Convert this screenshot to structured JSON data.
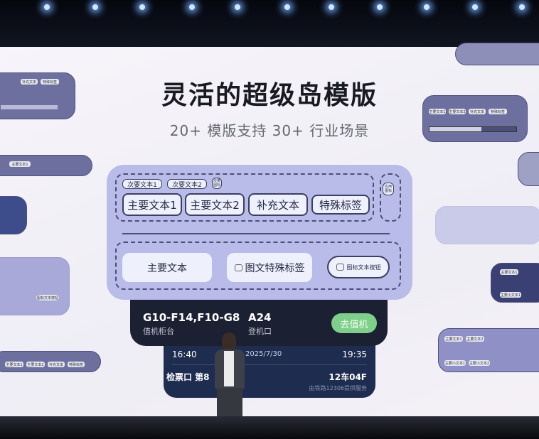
{
  "slide": {
    "title": "灵活的超级岛模版",
    "subtitle": "20+ 模版支持 30+ 行业场景"
  },
  "template_card": {
    "secondary_texts": [
      "次要文本1",
      "次要文本2"
    ],
    "secondary_icon": "次要图标",
    "side_icon": "应用图标",
    "primary_row": [
      "主要文本1",
      "主要文本2",
      "补充文本",
      "特殊标签"
    ],
    "bottom_primary": "主要文本",
    "image_text_tag": "图文特殊标签",
    "icon_text_button": "图标文本按钮",
    "icon_placeholder": "图标",
    "accent_color": "#b9bce9"
  },
  "flight_card": {
    "counters": "G10-F14,F10-G8",
    "counters_label": "值机柜台",
    "gate": "A24",
    "gate_label": "登机口",
    "action": "去值机",
    "action_color": "#7fcf8a"
  },
  "train_card": {
    "depart_time": "16:40",
    "date": "2025/7/30",
    "arrive_time": "19:35",
    "ticket_gate": "检票口 第8",
    "seat": "12车04F",
    "provider": "由铁路12306提供服务"
  },
  "side_cards": {
    "labels": [
      "主要文本1",
      "主要文本2",
      "补充文本",
      "特殊标签",
      "主要小文本1",
      "主要小文本2",
      "图标文本按钮"
    ]
  }
}
